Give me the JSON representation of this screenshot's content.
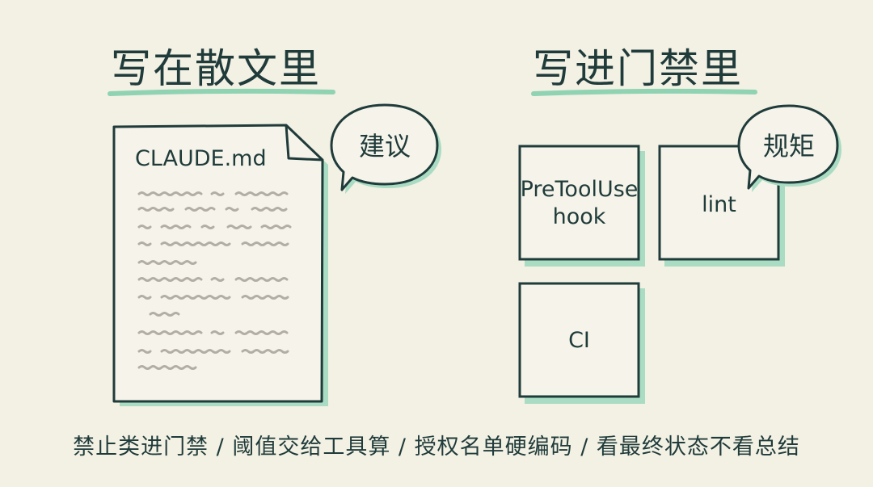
{
  "left": {
    "title": "写在散文里",
    "document_name": "CLAUDE.md",
    "bubble": "建议"
  },
  "right": {
    "title": "写进门禁里",
    "bubble": "规矩",
    "boxes": [
      {
        "label": "PreToolUse\nhook"
      },
      {
        "label": "lint"
      },
      {
        "label": "CI"
      }
    ]
  },
  "footer": "禁止类进门禁 / 阈值交给工具算 / 授权名单硬编码 / 看最终状态不看总结",
  "colors": {
    "background": "#f3f0e4",
    "ink": "#1f3b3a",
    "accent": "#8fd3b3",
    "scribble": "#b3aea5"
  }
}
